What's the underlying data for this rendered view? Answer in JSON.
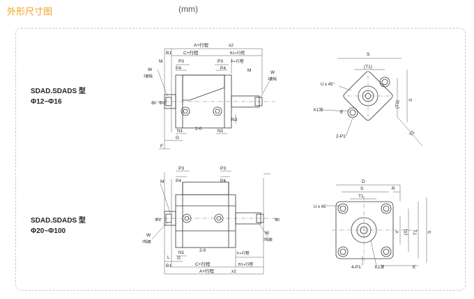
{
  "header": {
    "title": "外形尺寸图",
    "unit": "(mm)"
  },
  "models": [
    {
      "name": "SDAD.SDADS 型",
      "range": "Φ12~Φ16"
    },
    {
      "name": "SDAD.SDADS 型",
      "range": "Φ20~Φ100"
    }
  ],
  "labels_top": {
    "a_stroke": "A+行程",
    "x2_a": "x2",
    "b1": "B1",
    "c_stroke": "C+行程",
    "b1_stroke": "B1+行程",
    "m_left": "M",
    "m_right": "M",
    "p3_left": "P3",
    "p3_right": "P3",
    "p4_left": "P4",
    "p4_right": "P4",
    "f_stroke": "F+行程",
    "w_left": "W",
    "w_right": "W",
    "flats_left": "2面幅",
    "flats_right": "2面幅",
    "phi_left": "ΦI",
    "phi_right": "ΦV",
    "n3": "N3",
    "n1_left": "N1",
    "n1_right": "N1",
    "two_o": "2-0",
    "g": "G",
    "f": "F",
    "s": "S",
    "t1_paren": "(T1)",
    "t1_side": "(T1)",
    "s_side": "S",
    "u45": "U x 45°",
    "k1": "K1深",
    "e": "E",
    "p1": "2-P1",
    "t2": "T2"
  },
  "labels_bottom": {
    "p3_left": "P3",
    "p3_right": "P3",
    "p4_left": "P4",
    "p4_right": "P4",
    "m": "M",
    "w_left": "W",
    "w_right": "W",
    "flats_left": "2幅面",
    "flats_right": "2幅面",
    "phi_left": "ΦV",
    "phi_right": "ΦI",
    "n1": "N1",
    "two_o": "2-0",
    "f_stroke": "F+行程",
    "l": "L",
    "g": "G",
    "b1": "B1",
    "c_stroke": "C+行程",
    "b1_stroke": "B1+行程",
    "a_stroke": "A+行程",
    "x2": "x2",
    "d": "D",
    "s": "S",
    "r": "R",
    "t1": "T1",
    "y": "Y",
    "x_paren": "(X)",
    "t1_side": "T1",
    "s_side": "S",
    "u45": "U x 45°",
    "p1": "4-P1",
    "k1": "K1深",
    "e": "E"
  }
}
